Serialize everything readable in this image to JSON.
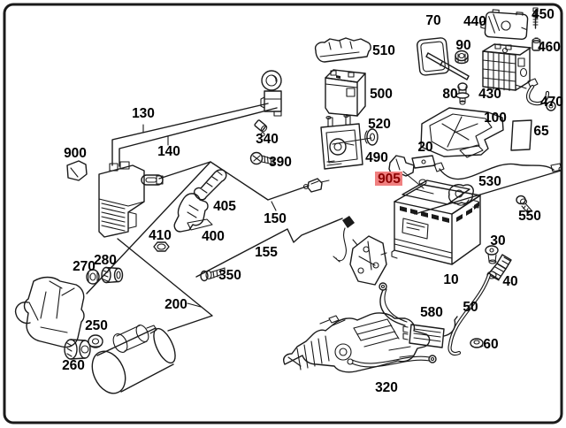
{
  "diagram_type": "exploded-parts-diagram",
  "colors": {
    "background": "#ffffff",
    "line": "#1a1a1a",
    "label_text": "#000000",
    "highlight_bg": "#f08080",
    "highlight_text": "#8b0000"
  },
  "labels": [
    {
      "text": "130"
    },
    {
      "text": "140"
    },
    {
      "text": "900"
    },
    {
      "text": "340"
    },
    {
      "text": "390"
    },
    {
      "text": "405"
    },
    {
      "text": "400"
    },
    {
      "text": "410"
    },
    {
      "text": "150"
    },
    {
      "text": "155"
    },
    {
      "text": "270"
    },
    {
      "text": "280"
    },
    {
      "text": "350"
    },
    {
      "text": "200"
    },
    {
      "text": "250"
    },
    {
      "text": "260"
    },
    {
      "text": "70"
    },
    {
      "text": "440"
    },
    {
      "text": "450"
    },
    {
      "text": "90"
    },
    {
      "text": "460"
    },
    {
      "text": "510"
    },
    {
      "text": "500"
    },
    {
      "text": "80"
    },
    {
      "text": "430"
    },
    {
      "text": "470"
    },
    {
      "text": "100"
    },
    {
      "text": "65"
    },
    {
      "text": "520"
    },
    {
      "text": "20"
    },
    {
      "text": "490"
    },
    {
      "text": "905",
      "highlighted": true
    },
    {
      "text": "530"
    },
    {
      "text": "550"
    },
    {
      "text": "30"
    },
    {
      "text": "10"
    },
    {
      "text": "40"
    },
    {
      "text": "50"
    },
    {
      "text": "580"
    },
    {
      "text": "60"
    },
    {
      "text": "320"
    }
  ]
}
